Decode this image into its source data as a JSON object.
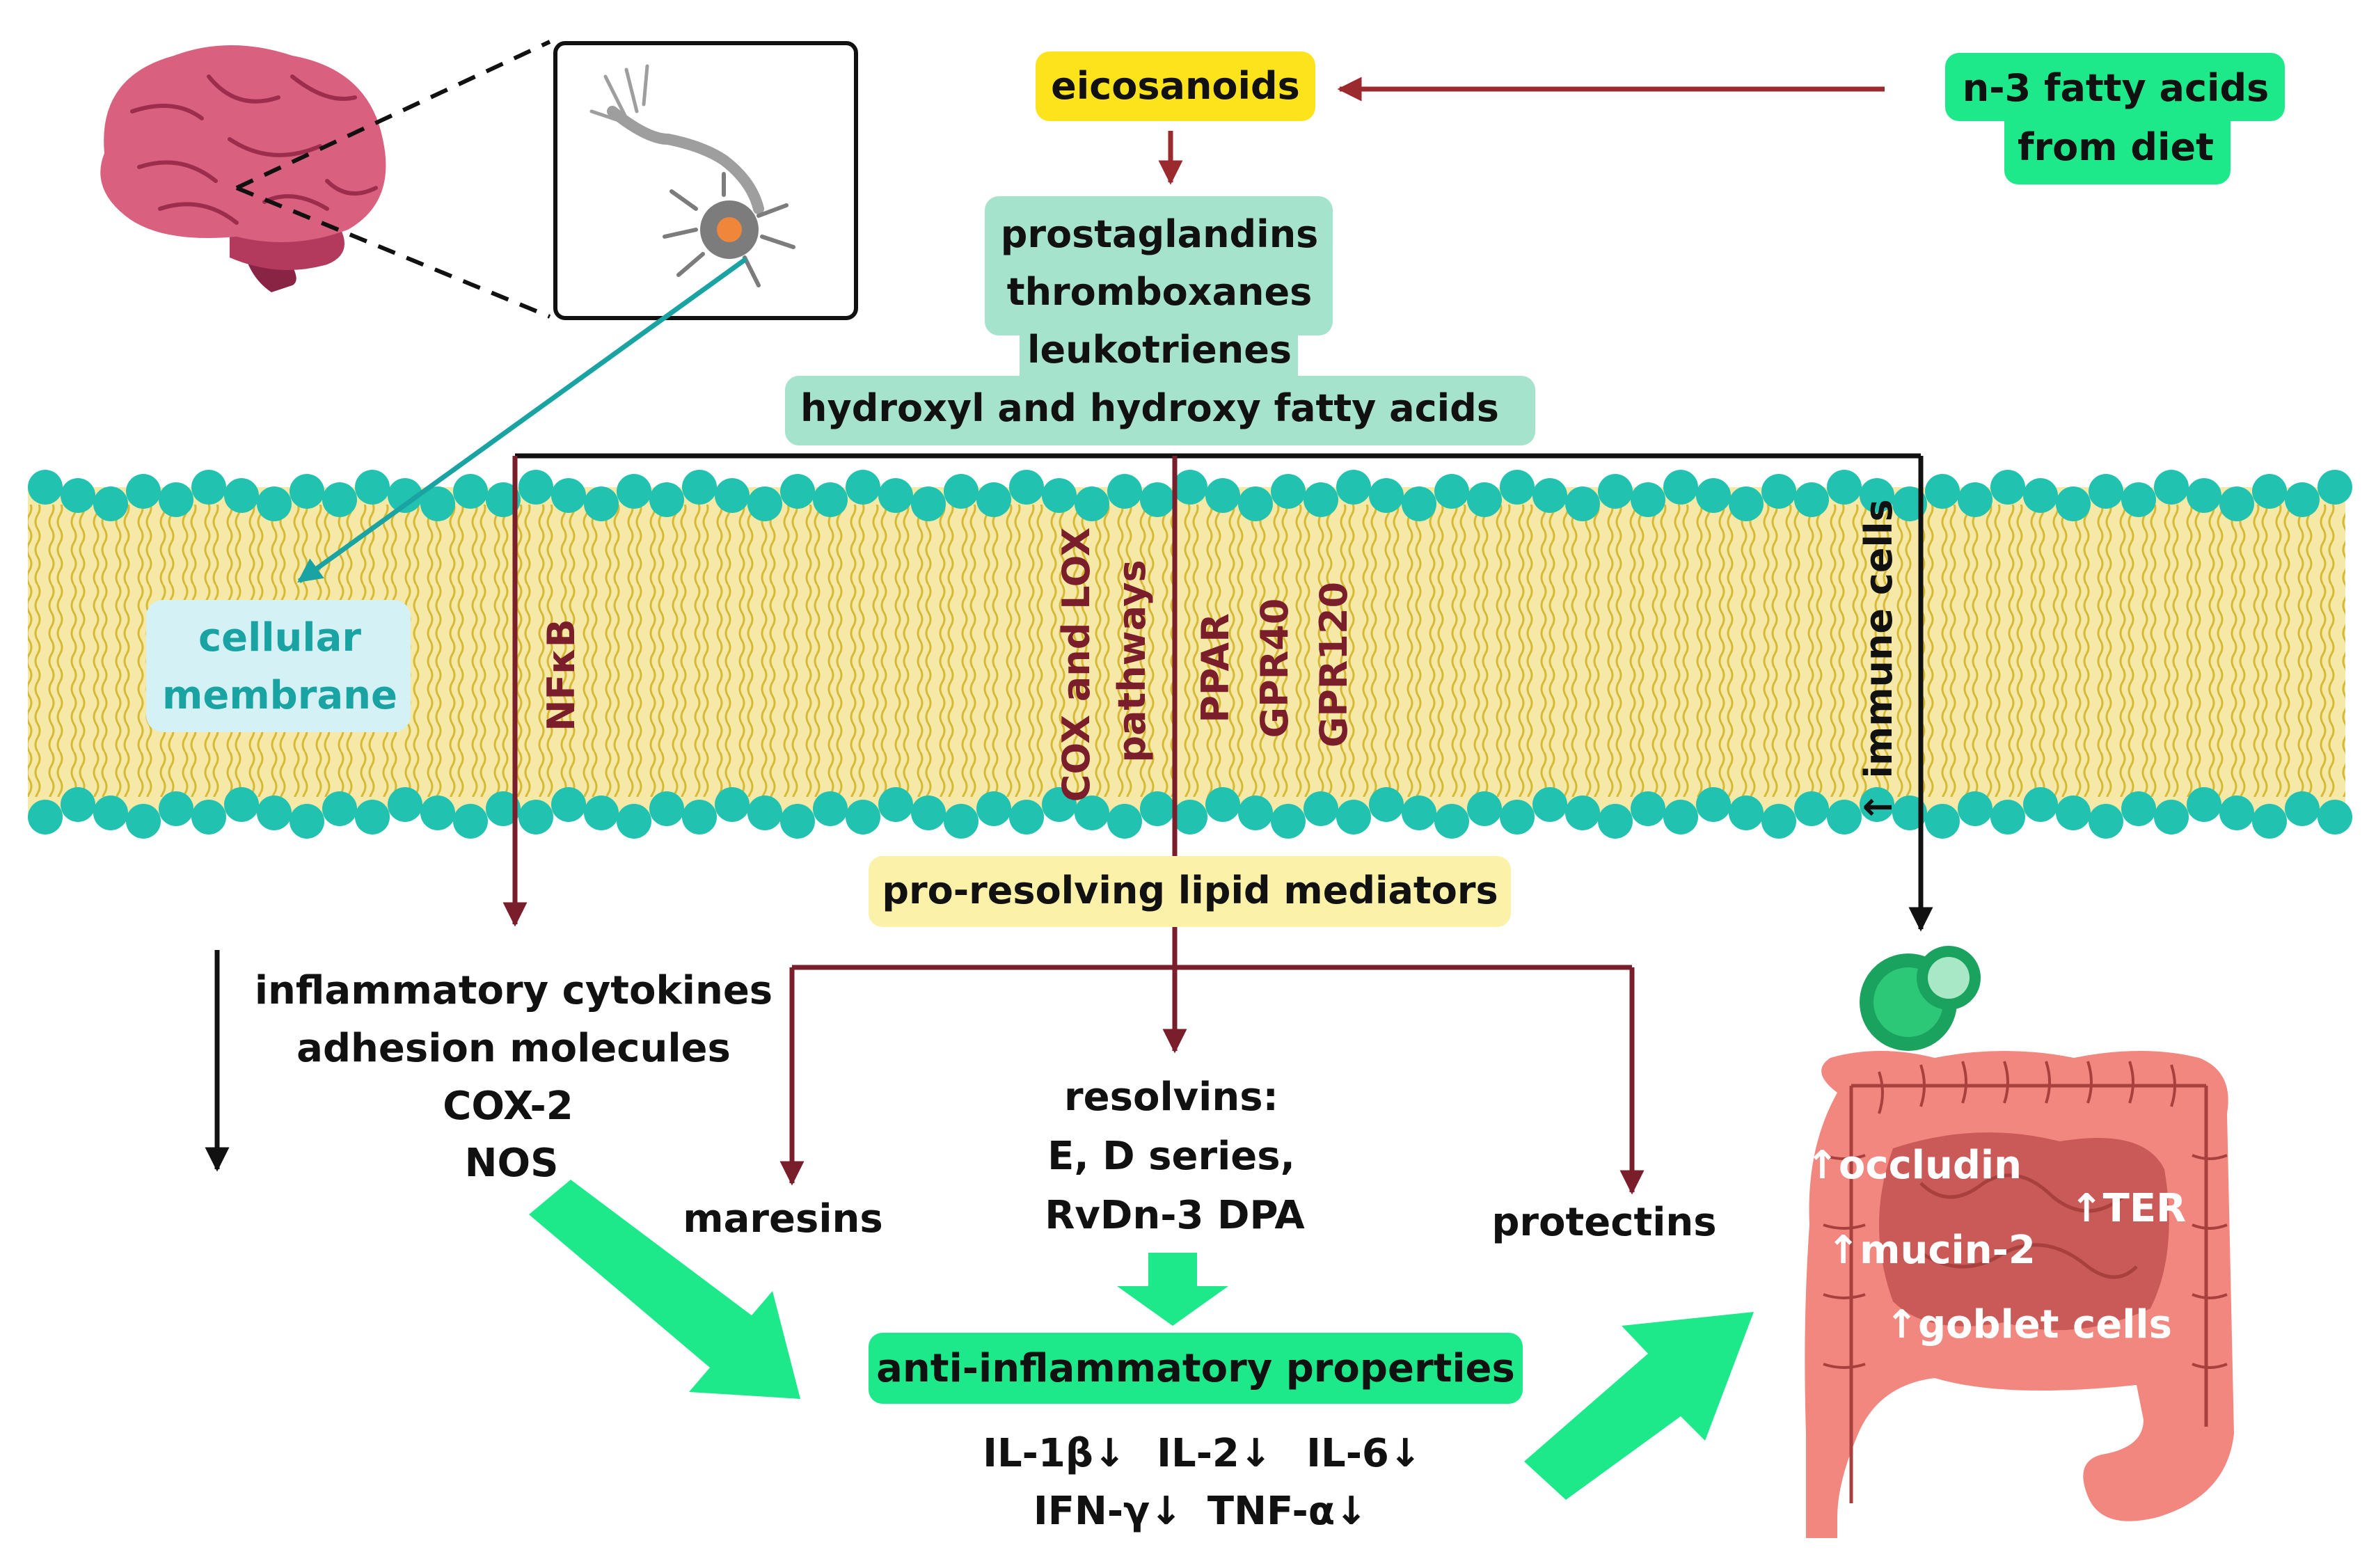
{
  "colors": {
    "dark_red": "#7a1e2c",
    "arrow_red": "#9b2a2e",
    "black": "#111111",
    "teal": "#1aa3a3",
    "bright_green": "#1de88a",
    "yellow_box": "#fde31b",
    "mint_box": "#a6e3cc",
    "pale_yellow_box": "#fbf1a8",
    "light_blue_box": "#d4f1f5",
    "membrane_fill": "#f6e8a6",
    "membrane_heads": "#22c2b0",
    "intestine": "#f2877f",
    "brain": "#d9607e"
  },
  "top": {
    "eicosanoids": "eicosanoids",
    "diet_line1": "n-3 fatty acids",
    "diet_line2": "from diet",
    "mediators": [
      "prostaglandins",
      "thromboxanes",
      "leukotrienes",
      "hydroxyl and hydroxy fatty acids"
    ]
  },
  "membrane": {
    "label_line1": "cellular",
    "label_line2": "membrane",
    "nfkb": "NFκB",
    "cox_lox_line1": "COX and LOX",
    "cox_lox_line2": "pathways",
    "receptors": [
      "PPAR",
      "GPR40",
      "GPR120"
    ],
    "immune": "↑ immune cells"
  },
  "middle": {
    "pro_resolving": "pro-resolving lipid mediators",
    "inflammatory": [
      "inflammatory cytokines",
      "adhesion molecules",
      "COX-2",
      "NOS"
    ],
    "maresins": "maresins",
    "resolvins": [
      "resolvins:",
      "E, D series,",
      "RvDn-3 DPA"
    ],
    "protectins": "protectins"
  },
  "bottom": {
    "anti_inflammatory": "anti-inflammatory properties",
    "cytokines_row1": [
      "IL-1β↓",
      "IL-2↓",
      "IL-6↓"
    ],
    "cytokines_row2": [
      "IFN-γ↓",
      "TNF-α↓"
    ]
  },
  "intestine": {
    "occludin": "↑occludin",
    "ter": "↑TER",
    "mucin": "↑mucin-2",
    "goblet": "↑goblet cells"
  },
  "icons": [
    "brain-icon",
    "neuron-icon",
    "immune-cell-icon",
    "intestine-icon"
  ]
}
